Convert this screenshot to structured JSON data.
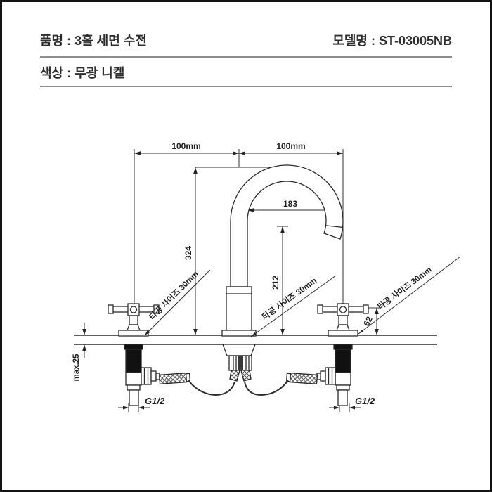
{
  "header": {
    "product_label": "품명 : 3홀 세면 수전",
    "model_label": "모델명 : ST-03005NB",
    "color_label": "색상 : 무광 니켈"
  },
  "drawing": {
    "dim_left_span": "100mm",
    "dim_right_span": "100mm",
    "dim_total_height": "324",
    "dim_spout_reach": "183",
    "dim_outlet_height": "212",
    "dim_handle_height": "62",
    "dim_deck_thickness": "max.25",
    "hole_label_left": "타공 사이즈 30mm",
    "hole_label_center": "타공 사이즈 30mm",
    "hole_label_right": "타공 사이즈 30mm",
    "thread_label_left": "G1/2",
    "thread_label_right": "G1/2",
    "line_color": "#2b2b2b",
    "dim_color": "#333333"
  }
}
